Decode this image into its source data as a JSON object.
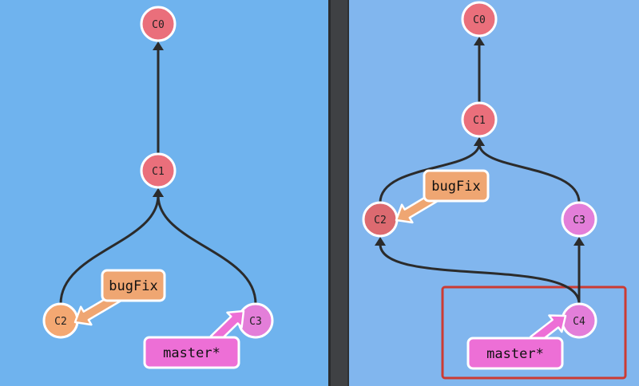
{
  "colors": {
    "left_bg": "#6fb3ee",
    "right_bg": "#81b6ee",
    "divider": "#3f4144",
    "edge": "#2b2b2b",
    "commit_red": "#ea6f7b",
    "commit_red_dark": "#dc6a70",
    "commit_orange": "#f4a872",
    "commit_pink": "#e37ed9",
    "branch_bugfix": "#efa672",
    "branch_master": "#ed6fd6",
    "highlight_box": "#cc3b33"
  },
  "before": {
    "commits": [
      {
        "id": "C0",
        "color": "commit_red"
      },
      {
        "id": "C1",
        "color": "commit_red"
      },
      {
        "id": "C2",
        "color": "commit_orange"
      },
      {
        "id": "C3",
        "color": "commit_pink"
      }
    ],
    "edges": [
      {
        "from": "C1",
        "to": "C0"
      },
      {
        "from": "C2",
        "to": "C1"
      },
      {
        "from": "C3",
        "to": "C1"
      }
    ],
    "branches": [
      {
        "label": "bugFix",
        "target": "C2",
        "color": "branch_bugfix"
      },
      {
        "label": "master*",
        "target": "C3",
        "color": "branch_master"
      }
    ]
  },
  "after": {
    "commits": [
      {
        "id": "C0",
        "color": "commit_red"
      },
      {
        "id": "C1",
        "color": "commit_red"
      },
      {
        "id": "C2",
        "color": "commit_red_dark"
      },
      {
        "id": "C3",
        "color": "commit_pink"
      },
      {
        "id": "C4",
        "color": "commit_pink"
      }
    ],
    "edges": [
      {
        "from": "C1",
        "to": "C0"
      },
      {
        "from": "C2",
        "to": "C1"
      },
      {
        "from": "C3",
        "to": "C1"
      },
      {
        "from": "C4",
        "to": "C3"
      },
      {
        "from": "C4",
        "to": "C2"
      }
    ],
    "branches": [
      {
        "label": "bugFix",
        "target": "C2",
        "color": "branch_bugfix"
      },
      {
        "label": "master*",
        "target": "C4",
        "color": "branch_master"
      }
    ],
    "highlight": "C4"
  }
}
